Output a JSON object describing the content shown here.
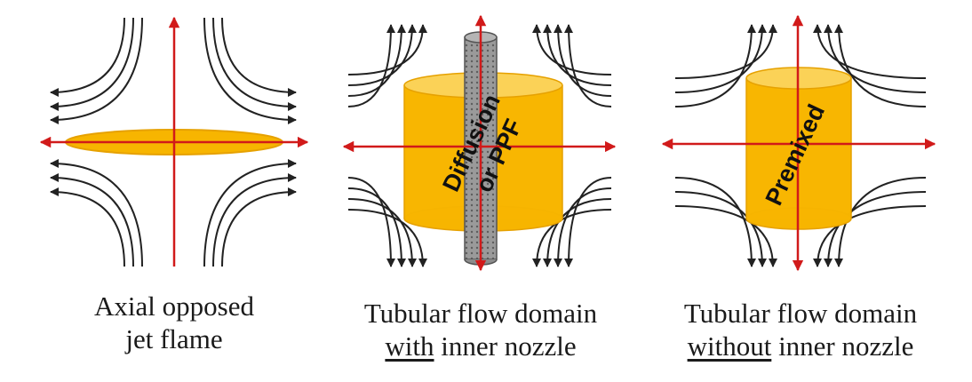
{
  "panels": [
    {
      "caption_line1": "Axial opposed",
      "caption_line2": "jet flame"
    },
    {
      "flame_label_line1": "Diffusion",
      "flame_label_line2": "or PPF",
      "caption_line1": "Tubular flow domain",
      "caption_line2_underlined": "with",
      "caption_line2_rest": " inner nozzle"
    },
    {
      "flame_label": "Premixed",
      "caption_line1": "Tubular flow domain",
      "caption_line2_underlined": "without",
      "caption_line2_rest": " inner nozzle"
    }
  ],
  "colors": {
    "axis_arrow": "#d11a1a",
    "streamline": "#222222",
    "flame_fill": "#f7b500",
    "flame_fill_light": "#fbd257",
    "flame_edge": "#e6a100",
    "nozzle_fill": "#8c8c8c",
    "nozzle_edge": "#555555"
  }
}
